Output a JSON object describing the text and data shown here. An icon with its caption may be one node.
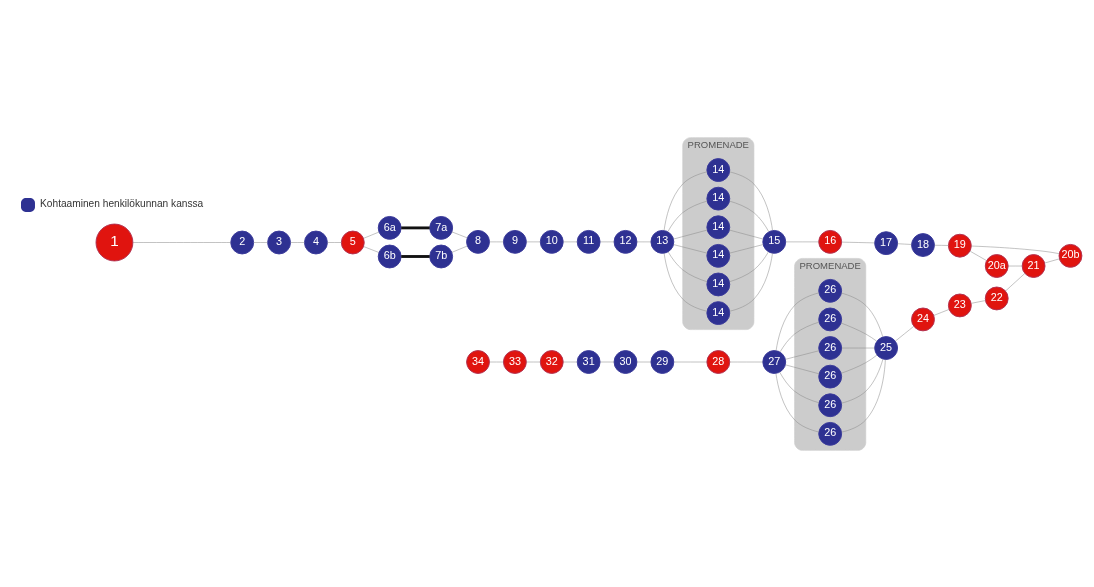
{
  "diagram": {
    "nodes": [
      {
        "text": [
          "1"
        ]
      },
      {
        "text": [
          "2"
        ]
      },
      {
        "text": [
          "3"
        ]
      },
      {
        "text": [
          "4"
        ]
      },
      {
        "text": [
          "5"
        ]
      },
      {
        "text": [
          "6a"
        ]
      },
      {
        "text": [
          "6b"
        ]
      },
      {
        "text": [
          "7a"
        ]
      },
      {
        "text": [
          "7b"
        ]
      },
      {
        "text": [
          "8"
        ]
      },
      {
        "text": [
          "9"
        ]
      },
      {
        "text": [
          "10"
        ]
      },
      {
        "text": [
          "11"
        ]
      },
      {
        "text": [
          "12"
        ]
      },
      {
        "text": [
          "13"
        ]
      },
      {
        "text": [
          "PROMENADE"
        ]
      },
      {
        "text": [
          "14"
        ],
        "in": 15
      },
      {
        "text": [
          "14"
        ],
        "in": 15
      },
      {
        "text": [
          "14"
        ],
        "in": 15
      },
      {
        "text": [
          "14"
        ],
        "in": 15
      },
      {
        "text": [
          "14"
        ],
        "in": 15
      },
      {
        "text": [
          "14"
        ],
        "in": 15
      },
      {
        "text": [
          "15"
        ]
      },
      {
        "text": [
          "16"
        ]
      },
      {
        "text": [
          "17"
        ]
      },
      {
        "text": [
          "18"
        ]
      },
      {
        "text": [
          "19"
        ]
      },
      {
        "text": [
          "20a"
        ]
      },
      {
        "text": [
          "20b"
        ]
      },
      {
        "text": [
          "21"
        ]
      },
      {
        "text": [
          "22"
        ]
      },
      {
        "text": [
          "23"
        ]
      },
      {
        "text": [
          "24"
        ]
      },
      {
        "text": [
          "25"
        ]
      },
      {
        "text": [
          "PROMENADE"
        ]
      },
      {
        "text": [
          "26"
        ],
        "in": 34
      },
      {
        "text": [
          "26"
        ],
        "in": 34
      },
      {
        "text": [
          "26"
        ],
        "in": 34
      },
      {
        "text": [
          "26"
        ],
        "in": 34
      },
      {
        "text": [
          "26"
        ],
        "in": 34
      },
      {
        "text": [
          "26"
        ],
        "in": 34
      },
      {
        "text": [
          "27"
        ]
      },
      {
        "text": [
          "28"
        ]
      },
      {
        "text": [
          "29"
        ]
      },
      {
        "text": [
          "30"
        ]
      },
      {
        "text": [
          "31"
        ]
      },
      {
        "text": [
          "32"
        ]
      },
      {
        "text": [
          "33"
        ]
      },
      {
        "text": [
          "34"
        ]
      }
    ],
    "edges": [
      {
        "from": 0,
        "to": 1,
        "arrow": "none"
      },
      {
        "from": 1,
        "to": 2,
        "arrow": "none"
      },
      {
        "from": 2,
        "to": 3,
        "arrow": "none"
      },
      {
        "from": 3,
        "to": 4,
        "arrow": "none"
      },
      {
        "from": 4,
        "to": 5,
        "arrow": "none"
      },
      {
        "from": 4,
        "to": 6,
        "arrow": "none"
      },
      {
        "from": 5,
        "to": 7,
        "arrow": "none",
        "style": "thick",
        "color": "#111111"
      },
      {
        "from": 6,
        "to": 8,
        "arrow": "none",
        "style": "thick",
        "color": "#111111"
      },
      {
        "from": 7,
        "to": 9,
        "arrow": "none"
      },
      {
        "from": 8,
        "to": 9,
        "arrow": "none"
      },
      {
        "from": 9,
        "to": 10,
        "arrow": "none"
      },
      {
        "from": 10,
        "to": 11,
        "arrow": "none"
      },
      {
        "from": 11,
        "to": 12,
        "arrow": "none"
      },
      {
        "from": 12,
        "to": 13,
        "arrow": "none"
      },
      {
        "from": 13,
        "to": 14,
        "arrow": "none"
      },
      {
        "from": 14,
        "to": 16,
        "arrow": "none"
      },
      {
        "from": 14,
        "to": 17,
        "arrow": "none"
      },
      {
        "from": 14,
        "to": 18,
        "arrow": "none"
      },
      {
        "from": 14,
        "to": 19,
        "arrow": "none"
      },
      {
        "from": 14,
        "to": 20,
        "arrow": "none"
      },
      {
        "from": 14,
        "to": 21,
        "arrow": "none"
      },
      {
        "from": 16,
        "to": 22,
        "arrow": "none"
      },
      {
        "from": 17,
        "to": 22,
        "arrow": "none"
      },
      {
        "from": 18,
        "to": 22,
        "arrow": "none"
      },
      {
        "from": 19,
        "to": 22,
        "arrow": "none"
      },
      {
        "from": 20,
        "to": 22,
        "arrow": "none"
      },
      {
        "from": 21,
        "to": 22,
        "arrow": "none"
      },
      {
        "from": 22,
        "to": 23,
        "arrow": "none"
      },
      {
        "from": 23,
        "to": 24,
        "arrow": "none"
      },
      {
        "from": 24,
        "to": 25,
        "arrow": "none"
      },
      {
        "from": 25,
        "to": 26,
        "arrow": "none"
      },
      {
        "from": 26,
        "to": 27,
        "arrow": "none"
      },
      {
        "from": 26,
        "to": 28,
        "arrow": "none"
      },
      {
        "from": 27,
        "to": 29,
        "arrow": "none"
      },
      {
        "from": 28,
        "to": 29,
        "arrow": "none"
      },
      {
        "from": 29,
        "to": 30,
        "arrow": "none"
      },
      {
        "from": 30,
        "to": 31,
        "arrow": "none"
      },
      {
        "from": 31,
        "to": 32,
        "arrow": "none"
      },
      {
        "from": 32,
        "to": 33,
        "arrow": "none"
      },
      {
        "from": 33,
        "to": 35,
        "arrow": "none"
      },
      {
        "from": 33,
        "to": 36,
        "arrow": "none"
      },
      {
        "from": 33,
        "to": 37,
        "arrow": "none"
      },
      {
        "from": 33,
        "to": 38,
        "arrow": "none"
      },
      {
        "from": 33,
        "to": 39,
        "arrow": "none"
      },
      {
        "from": 33,
        "to": 40,
        "arrow": "none"
      },
      {
        "from": 35,
        "to": 41,
        "arrow": "none"
      },
      {
        "from": 36,
        "to": 41,
        "arrow": "none"
      },
      {
        "from": 37,
        "to": 41,
        "arrow": "none"
      },
      {
        "from": 38,
        "to": 41,
        "arrow": "none"
      },
      {
        "from": 39,
        "to": 41,
        "arrow": "none"
      },
      {
        "from": 40,
        "to": 41,
        "arrow": "none"
      },
      {
        "from": 41,
        "to": 42,
        "arrow": "none"
      },
      {
        "from": 42,
        "to": 43,
        "arrow": "none"
      },
      {
        "from": 43,
        "to": 44,
        "arrow": "none"
      },
      {
        "from": 44,
        "to": 45,
        "arrow": "none"
      },
      {
        "from": 45,
        "to": 46,
        "arrow": "none"
      },
      {
        "from": 46,
        "to": 47,
        "arrow": "none"
      },
      {
        "from": 47,
        "to": 48,
        "arrow": "none"
      }
    ],
    "legend": [
      {
        "text": "Kohtaaminen henkilökunnan kanssa",
        "color": "#2e3192"
      }
    ]
  }
}
